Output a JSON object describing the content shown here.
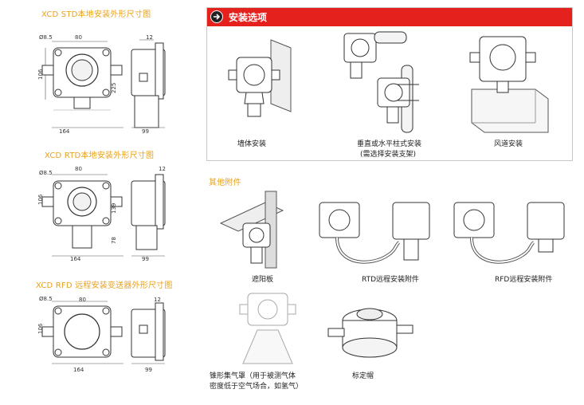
{
  "left": {
    "std": {
      "title": "XCD  STD本地安装外形尺寸图",
      "dims": {
        "hole": "Ø8.5",
        "w80": "80",
        "h106": "106",
        "w164": "164",
        "d12": "12",
        "h225": "225",
        "d99": "99"
      }
    },
    "rtd": {
      "title": "XCD  RTD本地安装外形尺寸图",
      "dims": {
        "hole": "Ø8.5",
        "w80": "80",
        "h106": "106",
        "w164": "164",
        "d12": "12",
        "h139": "139",
        "h78": "78",
        "d99": "99"
      }
    },
    "rfd": {
      "title": "XCD  RFD 远程安装变送器外形尺寸图",
      "dims": {
        "hole": "Ø8.5",
        "w80": "80",
        "h106": "106",
        "w164": "164",
        "d12": "12",
        "d99": "99"
      }
    }
  },
  "install": {
    "title": "安装选项",
    "items": [
      {
        "label": "墙体安装"
      },
      {
        "label": "垂直或水平柱式安装",
        "sub": "(需选择安装支架)"
      },
      {
        "label": "风道安装"
      }
    ]
  },
  "accessories": {
    "title": "其他附件",
    "items": [
      {
        "label": "遮阳板"
      },
      {
        "label": "RTD远程安装附件"
      },
      {
        "label": "RFD远程安装附件"
      },
      {
        "label": "锥形集气罩（用于被测气体",
        "sub": "密度低于空气场合，如氢气）"
      },
      {
        "label": "标定帽"
      }
    ]
  },
  "colors": {
    "accent": "#e5211d",
    "section_title": "#e8a21c"
  }
}
